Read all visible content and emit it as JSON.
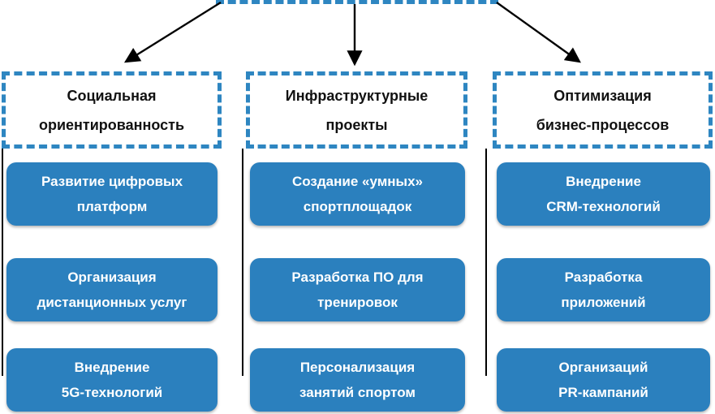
{
  "diagram": {
    "root": {
      "note": "root box cut off at top edge, no visible text"
    },
    "columns": [
      {
        "category": [
          "Социальная",
          "ориентированность"
        ],
        "items": [
          [
            "Развитие цифровых",
            "платформ"
          ],
          [
            "Организация",
            "дистанционных услуг"
          ],
          [
            "Внедрение",
            "5G-технологий"
          ]
        ]
      },
      {
        "category": [
          "Инфраструктурные",
          "проекты"
        ],
        "items": [
          [
            "Создание «умных»",
            "спортплощадок"
          ],
          [
            "Разработка ПО для",
            "тренировок"
          ],
          [
            "Персонализация",
            "занятий спортом"
          ]
        ]
      },
      {
        "category": [
          "Оптимизация",
          "бизнес-процессов"
        ],
        "items": [
          [
            "Внедрение",
            "CRM-технологий"
          ],
          [
            "Разработка",
            "приложений"
          ],
          [
            "Организаций",
            "PR-кампаний"
          ]
        ]
      }
    ],
    "colors": {
      "item_fill": "#2b80be",
      "dashed_border": "#2e86c1",
      "arrow": "#000000",
      "category_text": "#111111",
      "item_text": "#ffffff"
    }
  }
}
